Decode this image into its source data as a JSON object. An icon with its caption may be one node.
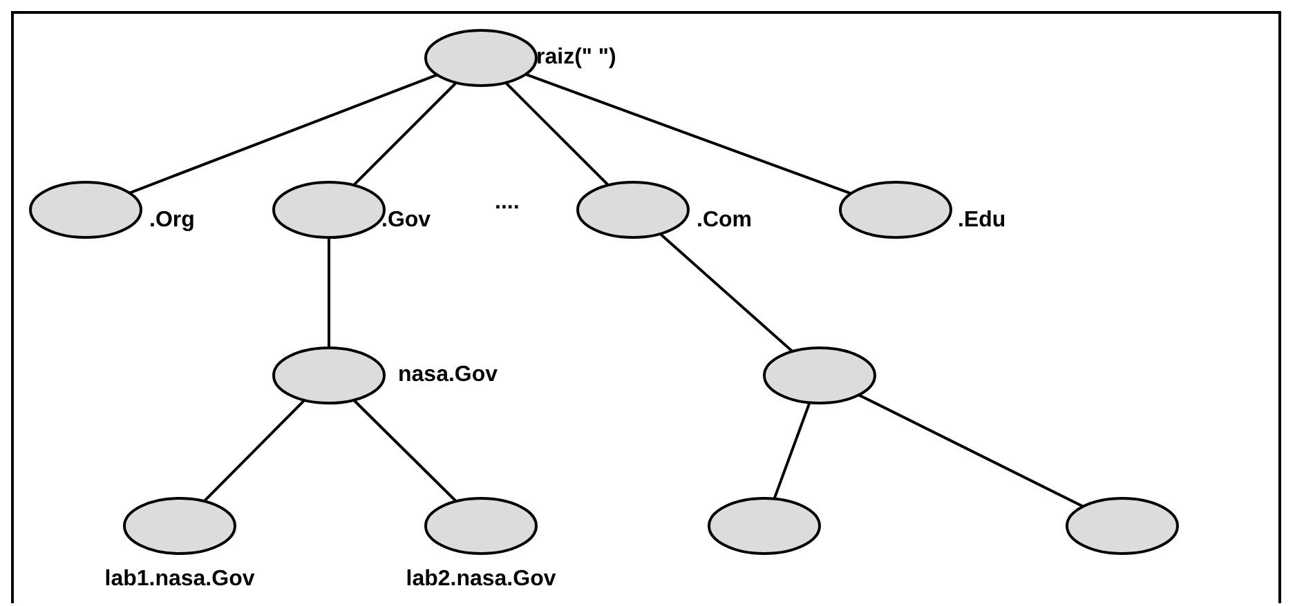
{
  "diagram": {
    "nodes": [
      {
        "text": [
          "raiz(\" \")"
        ]
      },
      {
        "text": [
          ".Org"
        ]
      },
      {
        "text": [
          ".Gov"
        ]
      },
      {
        "text": [
          ".Com"
        ]
      },
      {
        "text": [
          ".Edu"
        ]
      },
      {
        "text": [
          "nasa.Gov"
        ]
      },
      {
        "text": [],
        "shape": "ellipse"
      },
      {
        "text": [
          "lab1.nasa.Gov"
        ]
      },
      {
        "text": [
          "lab2.nasa.Gov"
        ]
      },
      {
        "text": [],
        "shape": "ellipse"
      },
      {
        "text": [],
        "shape": "ellipse"
      }
    ],
    "edges": [
      {
        "from": 0,
        "to": 1,
        "arrow": "none"
      },
      {
        "from": 0,
        "to": 2,
        "arrow": "none"
      },
      {
        "from": 0,
        "to": 3,
        "arrow": "none"
      },
      {
        "from": 0,
        "to": 4,
        "arrow": "none"
      },
      {
        "from": 2,
        "to": 5,
        "arrow": "none"
      },
      {
        "from": 3,
        "to": 6,
        "arrow": "none"
      },
      {
        "from": 5,
        "to": 7,
        "arrow": "none"
      },
      {
        "from": 5,
        "to": 8,
        "arrow": "none"
      },
      {
        "from": 6,
        "to": 9,
        "arrow": "none"
      },
      {
        "from": 6,
        "to": 10,
        "arrow": "none"
      }
    ],
    "labels": [
      "...."
    ]
  }
}
